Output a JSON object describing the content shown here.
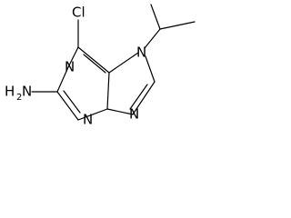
{
  "structure": {
    "atoms": {
      "chlorine": "Cl",
      "nitrogen_1": "N",
      "nitrogen_3": "N",
      "nitrogen_7": "N",
      "nitrogen_9": "N",
      "amine_prefix": "H",
      "amine_subscript": "2",
      "amine_suffix": "N"
    }
  }
}
